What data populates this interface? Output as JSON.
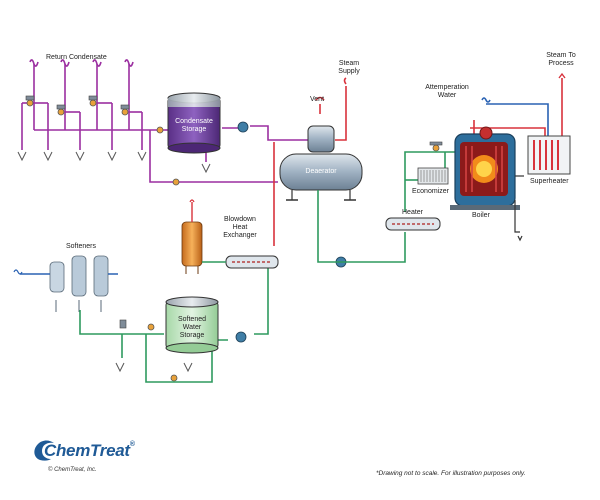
{
  "labels": {
    "return_condensate": "Return Condensate",
    "condensate_storage": "Condensate Storage",
    "vent": "Vent",
    "steam_supply": "Steam Supply",
    "deaerator": "Deaerator",
    "steam_to_process": "Steam To Process",
    "attemperation_water": "Attemperation Water",
    "economizer": "Economizer",
    "heater": "Heater",
    "boiler": "Boiler",
    "superheater": "Superheater",
    "blowdown_heat_exchanger": "Blowdown Heat Exchanger",
    "softeners": "Softeners",
    "softened_water_storage": "Softened Water Storage"
  },
  "footer": {
    "brand": "ChemTreat",
    "registered": "®",
    "copyright": "© ChemTreat, Inc.",
    "disclaimer": "*Drawing not to scale. For illustration purposes only."
  },
  "colors": {
    "condensate_line": "#9b2fa0",
    "feedwater_line": "#2e9a5f",
    "steam_line": "#d8323c",
    "attemperation_line": "#2a62b3",
    "brand_blue": "#1f5a96"
  }
}
